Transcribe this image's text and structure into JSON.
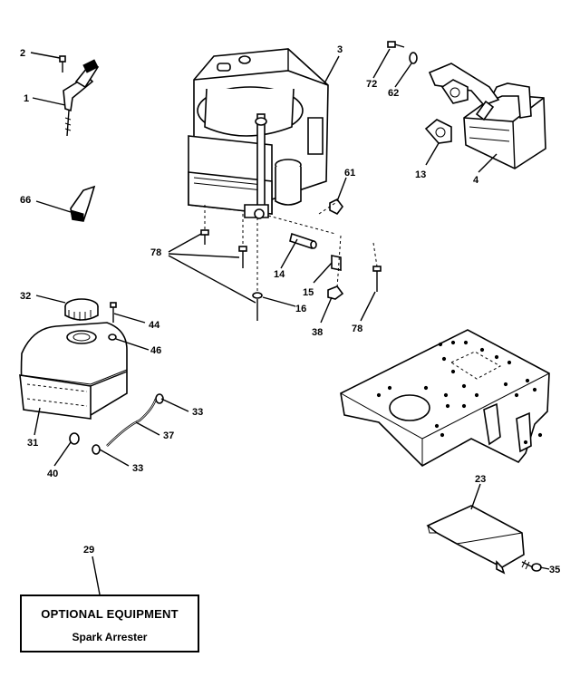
{
  "callouts": {
    "c1": "1",
    "c2": "2",
    "c3": "3",
    "c4": "4",
    "c13": "13",
    "c14": "14",
    "c15": "15",
    "c16": "16",
    "c23": "23",
    "c29": "29",
    "c31": "31",
    "c32": "32",
    "c33a": "33",
    "c33b": "33",
    "c35": "35",
    "c37": "37",
    "c38": "38",
    "c40": "40",
    "c44": "44",
    "c46": "46",
    "c61": "61",
    "c62": "62",
    "c66": "66",
    "c72": "72",
    "c78a": "78",
    "c78b": "78"
  },
  "optional_box": {
    "title": "OPTIONAL EQUIPMENT",
    "item": "Spark Arrester"
  }
}
